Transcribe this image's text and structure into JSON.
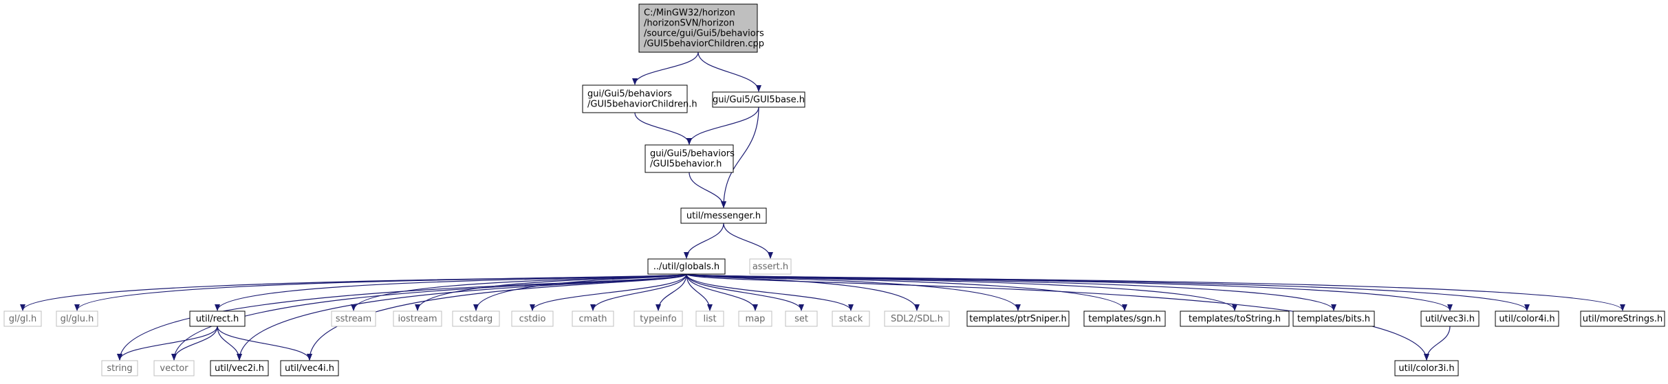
{
  "colors": {
    "edge": "#191970",
    "border_normal": "#000000",
    "border_external": "#bfbfbf",
    "text_normal": "#000000",
    "text_external": "#666666",
    "fill_root": "#bfbfbf",
    "fill_normal": "#ffffff"
  },
  "nodes": [
    {
      "id": "root",
      "kind": "root",
      "lines": [
        "C:/MinGW32/horizon",
        "/horizonSVN/horizon",
        "/source/gui/Gui5/behaviors",
        "/GUI5behaviorChildren.cpp"
      ]
    },
    {
      "id": "behaviorChildren_h",
      "kind": "normal",
      "lines": [
        "gui/Gui5/behaviors",
        "/GUI5behaviorChildren.h"
      ]
    },
    {
      "id": "GUI5base_h",
      "kind": "normal",
      "lines": [
        "gui/Gui5/GUI5base.h"
      ]
    },
    {
      "id": "GUI5behavior_h",
      "kind": "normal",
      "lines": [
        "gui/Gui5/behaviors",
        "/GUI5behavior.h"
      ]
    },
    {
      "id": "messenger_h",
      "kind": "normal",
      "lines": [
        "util/messenger.h"
      ]
    },
    {
      "id": "globals_h",
      "kind": "normal",
      "lines": [
        "../util/globals.h"
      ]
    },
    {
      "id": "assert_h",
      "kind": "external",
      "lines": [
        "assert.h"
      ]
    },
    {
      "id": "gl_h",
      "kind": "external",
      "lines": [
        "gl/gl.h"
      ]
    },
    {
      "id": "glu_h",
      "kind": "external",
      "lines": [
        "gl/glu.h"
      ]
    },
    {
      "id": "rect_h",
      "kind": "normal",
      "lines": [
        "util/rect.h"
      ]
    },
    {
      "id": "sstream",
      "kind": "external",
      "lines": [
        "sstream"
      ]
    },
    {
      "id": "iostream",
      "kind": "external",
      "lines": [
        "iostream"
      ]
    },
    {
      "id": "cstdarg",
      "kind": "external",
      "lines": [
        "cstdarg"
      ]
    },
    {
      "id": "cstdio",
      "kind": "external",
      "lines": [
        "cstdio"
      ]
    },
    {
      "id": "cmath",
      "kind": "external",
      "lines": [
        "cmath"
      ]
    },
    {
      "id": "typeinfo",
      "kind": "external",
      "lines": [
        "typeinfo"
      ]
    },
    {
      "id": "list",
      "kind": "external",
      "lines": [
        "list"
      ]
    },
    {
      "id": "map",
      "kind": "external",
      "lines": [
        "map"
      ]
    },
    {
      "id": "set",
      "kind": "external",
      "lines": [
        "set"
      ]
    },
    {
      "id": "stack",
      "kind": "external",
      "lines": [
        "stack"
      ]
    },
    {
      "id": "SDL_h",
      "kind": "external",
      "lines": [
        "SDL2/SDL.h"
      ]
    },
    {
      "id": "ptrSniper_h",
      "kind": "normal",
      "lines": [
        "templates/ptrSniper.h"
      ]
    },
    {
      "id": "sgn_h",
      "kind": "normal",
      "lines": [
        "templates/sgn.h"
      ]
    },
    {
      "id": "toString_h",
      "kind": "normal",
      "lines": [
        "templates/toString.h"
      ]
    },
    {
      "id": "bits_h",
      "kind": "normal",
      "lines": [
        "templates/bits.h"
      ]
    },
    {
      "id": "vec3i_h",
      "kind": "normal",
      "lines": [
        "util/vec3i.h"
      ]
    },
    {
      "id": "color4i_h",
      "kind": "normal",
      "lines": [
        "util/color4i.h"
      ]
    },
    {
      "id": "moreStrings_h",
      "kind": "normal",
      "lines": [
        "util/moreStrings.h"
      ]
    },
    {
      "id": "string",
      "kind": "external",
      "lines": [
        "string"
      ]
    },
    {
      "id": "vector",
      "kind": "external",
      "lines": [
        "vector"
      ]
    },
    {
      "id": "vec2i_h",
      "kind": "normal",
      "lines": [
        "util/vec2i.h"
      ]
    },
    {
      "id": "vec4i_h",
      "kind": "normal",
      "lines": [
        "util/vec4i.h"
      ]
    },
    {
      "id": "color3i_h",
      "kind": "normal",
      "lines": [
        "util/color3i.h"
      ]
    }
  ],
  "edges": [
    [
      "root",
      "behaviorChildren_h"
    ],
    [
      "root",
      "GUI5base_h"
    ],
    [
      "behaviorChildren_h",
      "GUI5behavior_h"
    ],
    [
      "GUI5base_h",
      "GUI5behavior_h"
    ],
    [
      "GUI5base_h",
      "messenger_h"
    ],
    [
      "GUI5behavior_h",
      "messenger_h"
    ],
    [
      "messenger_h",
      "globals_h"
    ],
    [
      "messenger_h",
      "assert_h"
    ],
    [
      "globals_h",
      "gl_h"
    ],
    [
      "globals_h",
      "glu_h"
    ],
    [
      "globals_h",
      "rect_h"
    ],
    [
      "globals_h",
      "string"
    ],
    [
      "globals_h",
      "vector"
    ],
    [
      "globals_h",
      "vec2i_h"
    ],
    [
      "globals_h",
      "vec4i_h"
    ],
    [
      "globals_h",
      "sstream"
    ],
    [
      "globals_h",
      "iostream"
    ],
    [
      "globals_h",
      "cstdarg"
    ],
    [
      "globals_h",
      "cstdio"
    ],
    [
      "globals_h",
      "cmath"
    ],
    [
      "globals_h",
      "typeinfo"
    ],
    [
      "globals_h",
      "list"
    ],
    [
      "globals_h",
      "map"
    ],
    [
      "globals_h",
      "set"
    ],
    [
      "globals_h",
      "stack"
    ],
    [
      "globals_h",
      "SDL_h"
    ],
    [
      "globals_h",
      "ptrSniper_h"
    ],
    [
      "globals_h",
      "sgn_h"
    ],
    [
      "globals_h",
      "toString_h"
    ],
    [
      "globals_h",
      "bits_h"
    ],
    [
      "globals_h",
      "vec3i_h"
    ],
    [
      "globals_h",
      "color4i_h"
    ],
    [
      "globals_h",
      "moreStrings_h"
    ],
    [
      "globals_h",
      "color3i_h"
    ],
    [
      "rect_h",
      "string"
    ],
    [
      "rect_h",
      "vector"
    ],
    [
      "rect_h",
      "vec2i_h"
    ],
    [
      "rect_h",
      "vec4i_h"
    ],
    [
      "vec3i_h",
      "color3i_h"
    ]
  ]
}
